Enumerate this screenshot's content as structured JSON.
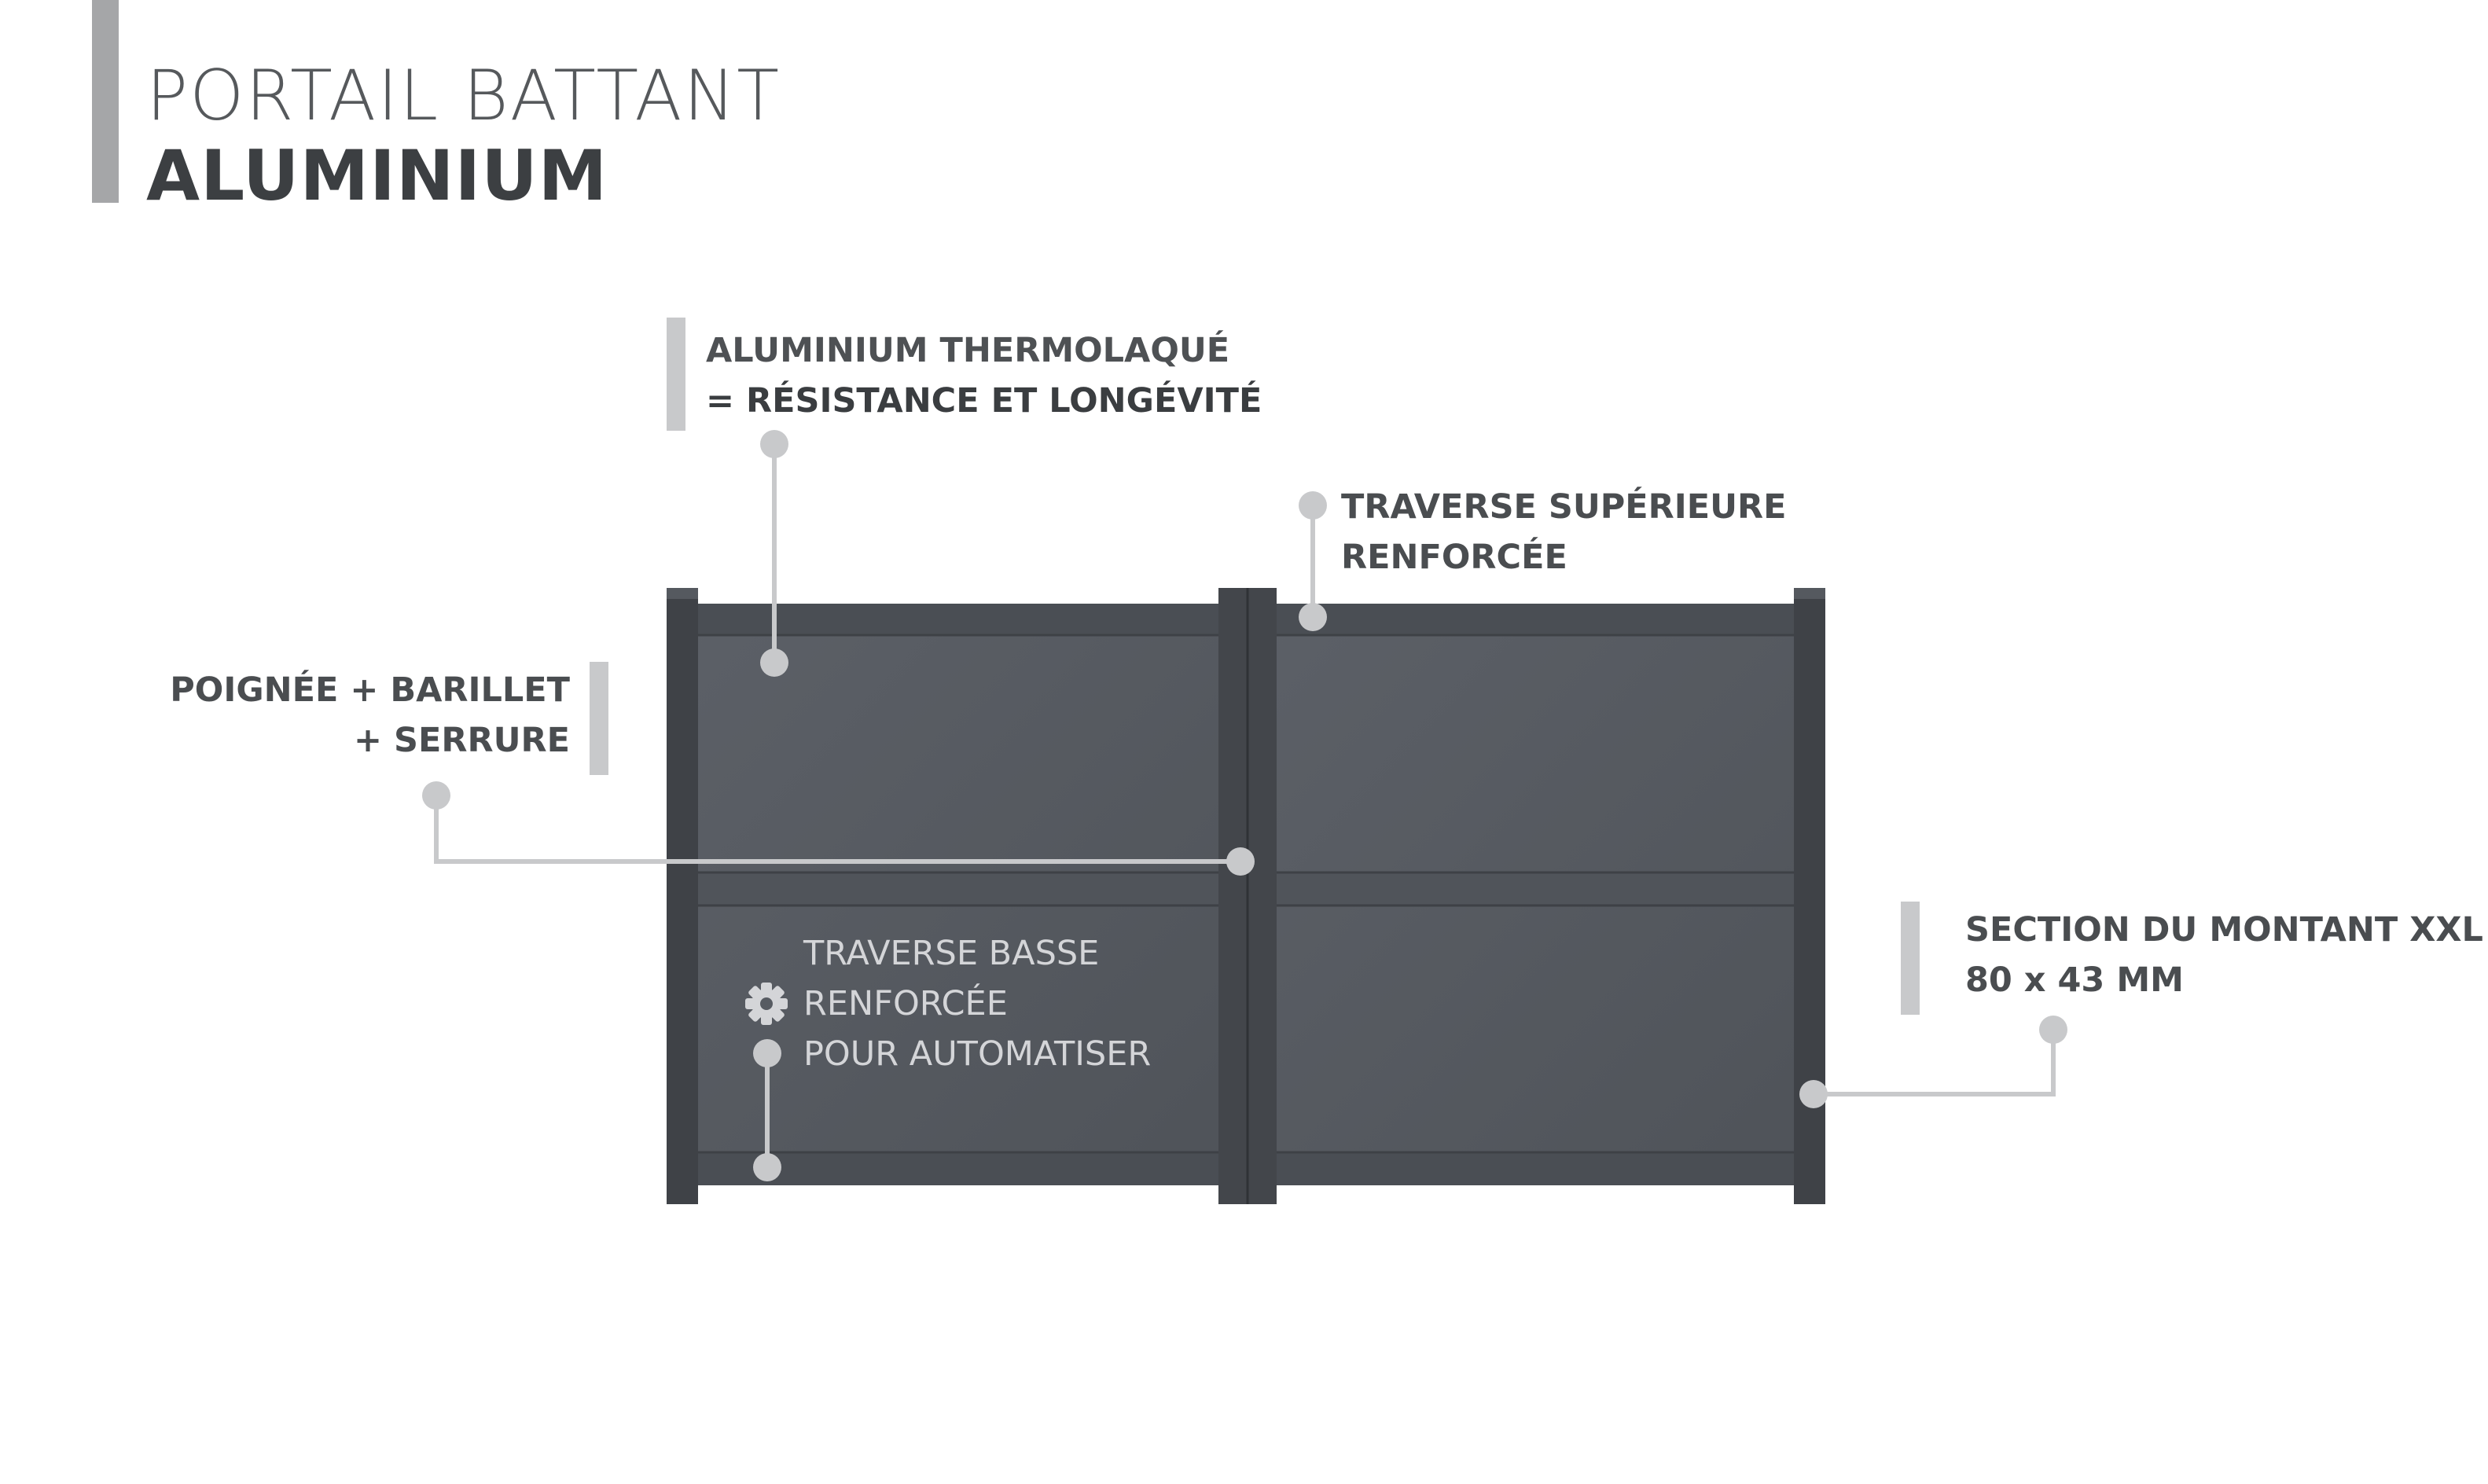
{
  "title": {
    "line1": "PORTAIL BATTANT",
    "line2": "ALUMINIUM"
  },
  "callouts": {
    "aluminium": {
      "line1": "ALUMINIUM THERMOLAQUÉ",
      "line2": "= RÉSISTANCE ET LONGÉVITÉ"
    },
    "traverse_superieure": {
      "line1": "TRAVERSE SUPÉRIEURE",
      "line2": "RENFORCÉE"
    },
    "poignee": {
      "line1": "POIGNÉE + BARILLET",
      "line2": "+ SERRURE"
    },
    "traverse_basse": {
      "line1": "TRAVERSE BASSE",
      "line2": "RENFORCÉE",
      "line3": "POUR AUTOMATISER",
      "icon": "gear-icon"
    },
    "section_montant": {
      "line1": "SECTION DU MONTANT XXL",
      "line2": "80 x 43 MM"
    }
  },
  "colors": {
    "gate_panel": "#575b62",
    "gate_frame": "#3f4247",
    "leader_line": "#c8c9cb",
    "text": "#4a4d50",
    "title_bar": "#a5a6a8"
  }
}
